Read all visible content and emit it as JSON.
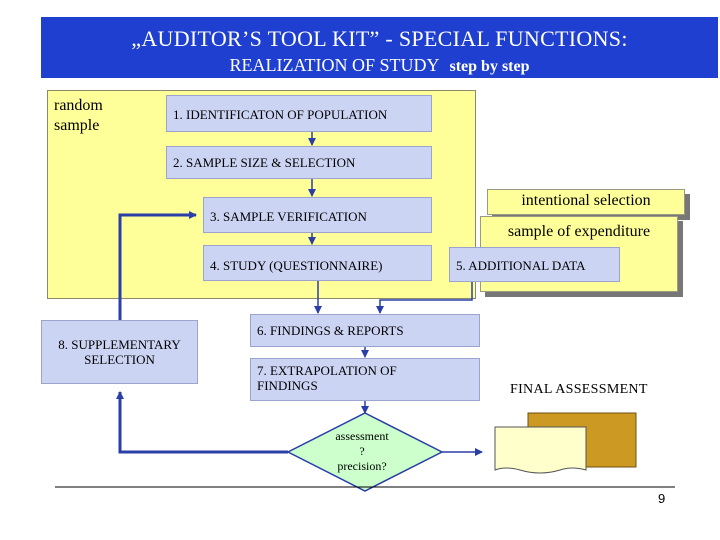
{
  "header": {
    "title": "„AUDITOR’S TOOL KIT” - SPECIAL  FUNCTIONS:",
    "subtitle": "REALIZATION  OF STUDY",
    "subtitle_suffix": "step by step"
  },
  "side_label": {
    "line1": "random",
    "line2": "sample"
  },
  "steps": {
    "s1": "1. IDENTIFICATON OF POPULATION",
    "s2": "2. SAMPLE SIZE & SELECTION",
    "s3": "3. SAMPLE VERIFICATION",
    "s4": "4. STUDY (QUESTIONNAIRE)",
    "s5": "5. ADDITIONAL DATA",
    "s6": "6. FINDINGS & REPORTS",
    "s7_line1": "7. EXTRAPOLATION OF",
    "s7_line2": "FINDINGS",
    "s8_line1": "8. SUPPLEMENTARY",
    "s8_line2": "SELECTION"
  },
  "cards": {
    "intentional": "intentional selection",
    "expenditure": "sample of expenditure"
  },
  "decision": {
    "line1": "assessment",
    "line2": "?",
    "line3": "precision?"
  },
  "final_assessment": "FINAL ASSESSMENT",
  "page_number": "9",
  "colors": {
    "header_bg": "#1f3fd0",
    "panel_yellow": "#ffff99",
    "step_box": "#ccd4f4",
    "arrow": "#2a3ea8",
    "diamond": "#ccffcc",
    "report_front": "#ffffcc",
    "report_back": "#cc9922"
  }
}
